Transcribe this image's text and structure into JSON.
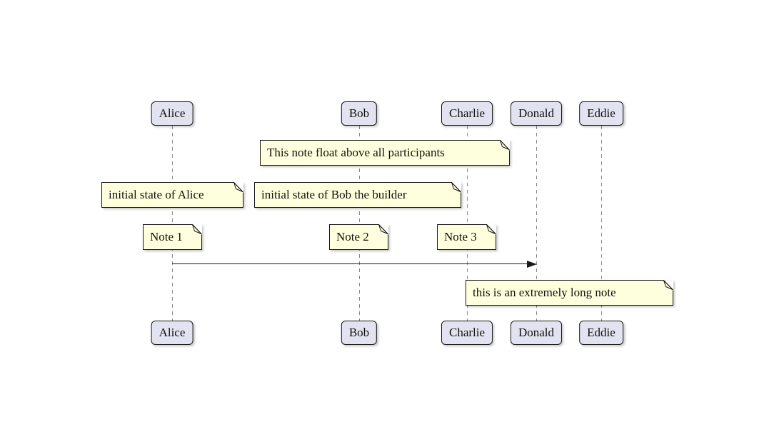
{
  "diagram": {
    "type": "uml-sequence-diagram",
    "participants": [
      {
        "name": "Alice"
      },
      {
        "name": "Bob"
      },
      {
        "name": "Charlie"
      },
      {
        "name": "Donald"
      },
      {
        "name": "Eddie"
      }
    ],
    "notes": {
      "float_above": {
        "text": "This note float above all participants"
      },
      "alice_initial": {
        "text": "initial state of Alice"
      },
      "bob_initial": {
        "text": "initial state of Bob the builder"
      },
      "note1": {
        "text": "Note 1"
      },
      "note2": {
        "text": "Note 2"
      },
      "note3": {
        "text": "Note 3"
      },
      "long_note": {
        "text": "this is an extremely long note"
      }
    },
    "messages": [
      {
        "from": "Alice",
        "to": "Donald",
        "label": ""
      }
    ],
    "colors": {
      "background": "#FFFFFF",
      "participant_fill": "#E2E2F0",
      "participant_border": "#181818",
      "note_fill": "#FEFFDD",
      "note_border": "#181818",
      "lifeline": "#8A8A8A",
      "arrow": "#181818"
    }
  }
}
